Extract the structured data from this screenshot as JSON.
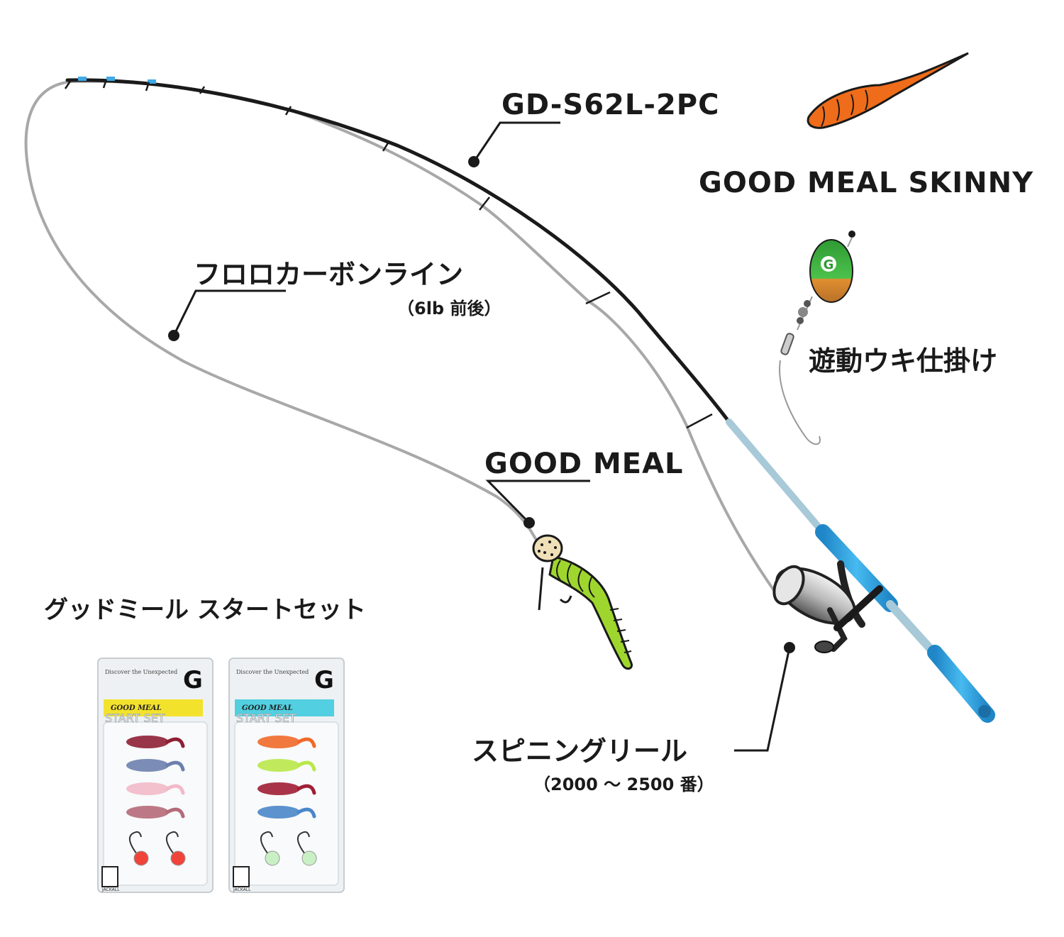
{
  "labels": {
    "rod": "GD-S62L-2PC",
    "skinny": "GOOD MEAL SKINNY",
    "float_rig": "遊動ウキ仕掛け",
    "line": "フロロカーボンライン",
    "line_sub": "（6lb 前後）",
    "good_meal": "GOOD MEAL",
    "start_set": "グッドミール スタートセット",
    "reel": "スピニングリール",
    "reel_sub": "（2000 ～ 2500 番）"
  },
  "packages": [
    {
      "tagline": "Discover the Unexpected",
      "logo": "G",
      "title": "GOOD MEAL",
      "subtitle": "START SET",
      "band_color": "#f3e22c",
      "brand": "JACKALL",
      "worm_colors": [
        "#8e1f34",
        "#6d7fae",
        "#f2b9c8",
        "#b56a78"
      ],
      "jig_color": "#f0443a"
    },
    {
      "tagline": "Discover the Unexpected",
      "logo": "G",
      "title": "GOOD MEAL",
      "subtitle": "START SET",
      "band_color": "#52cfe0",
      "brand": "JACKALL",
      "worm_colors": [
        "#f06a2a",
        "#b9e84a",
        "#a01e35",
        "#4a86c9"
      ],
      "jig_color": "#c9f0c4"
    }
  ],
  "colors": {
    "rod_blank": "#1a1a1a",
    "line": "#a8a8a8",
    "grip_blue": "#2fa6e0",
    "worm_green": "#9fd62e",
    "skinny_orange": "#ef6c1a",
    "float_green": "#3aa53a",
    "float_orange": "#d98a2b"
  },
  "icons": [
    "fishing-rod",
    "spinning-reel",
    "float",
    "worm",
    "jig-head"
  ]
}
